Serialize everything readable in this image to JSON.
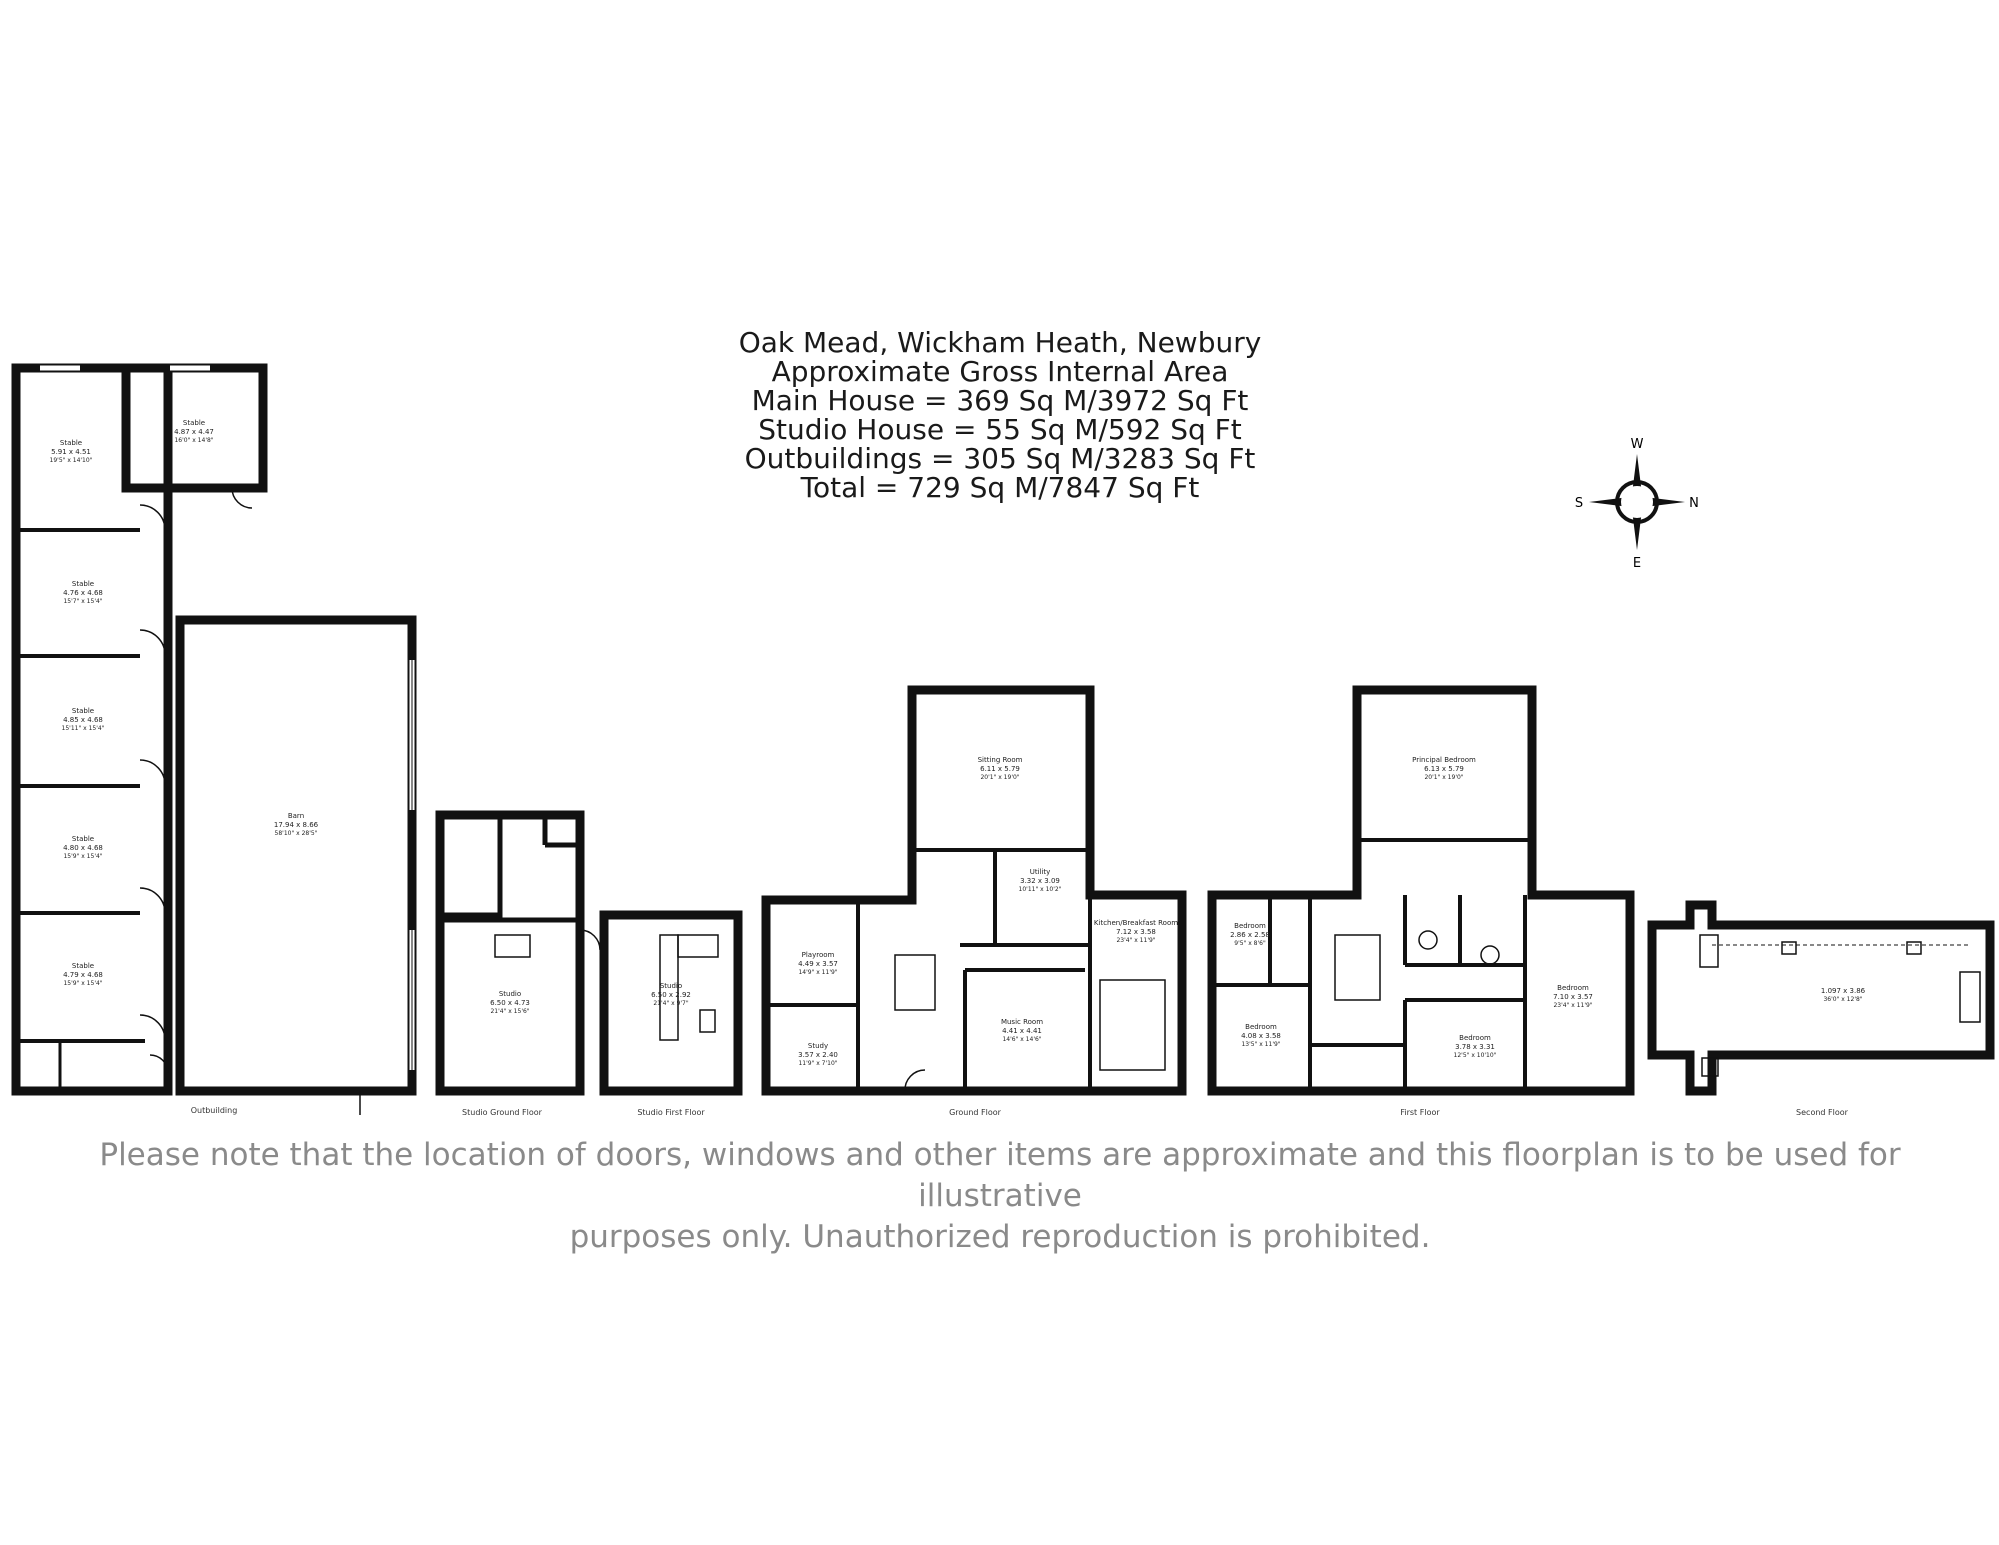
{
  "header": {
    "line1": "Oak Mead, Wickham Heath, Newbury",
    "line2": "Approximate Gross Internal Area",
    "line3": "Main House = 369 Sq M/3972 Sq Ft",
    "line4": "Studio House = 55 Sq M/592 Sq Ft",
    "line5": "Outbuildings = 305 Sq M/3283 Sq Ft",
    "line6": "Total = 729 Sq M/7847 Sq Ft"
  },
  "compass": {
    "north": "N",
    "south": "S",
    "east": "E",
    "west": "W",
    "icon": "compass-rose-icon"
  },
  "disclaimer": {
    "line1": "Please note that the location of doors, windows and other items are approximate and this floorplan is to be used for illustrative",
    "line2": "purposes only. Unauthorized reproduction is prohibited."
  },
  "floors": {
    "outbuilding": "Outbuilding",
    "studio_ground": "Studio Ground Floor",
    "studio_first": "Studio First Floor",
    "ground": "Ground Floor",
    "first": "First Floor",
    "second": "Second Floor"
  },
  "rooms": {
    "stable1": {
      "name": "Stable",
      "metric": "5.91 x 4.51",
      "imperial": "19'5\" x 14'10\""
    },
    "stable2": {
      "name": "Stable",
      "metric": "4.87 x 4.47",
      "imperial": "16'0\" x 14'8\""
    },
    "stable3": {
      "name": "Stable",
      "metric": "4.76 x 4.68",
      "imperial": "15'7\" x 15'4\""
    },
    "stable4": {
      "name": "Stable",
      "metric": "4.85 x 4.68",
      "imperial": "15'11\" x 15'4\""
    },
    "stable5": {
      "name": "Stable",
      "metric": "4.80 x 4.68",
      "imperial": "15'9\" x 15'4\""
    },
    "stable6": {
      "name": "Stable",
      "metric": "4.79 x 4.68",
      "imperial": "15'9\" x 15'4\""
    },
    "barn": {
      "name": "Barn",
      "metric": "17.94 x 8.66",
      "imperial": "58'10\" x 28'5\""
    },
    "studio_g": {
      "name": "Studio",
      "metric": "6.50 x 4.73",
      "imperial": "21'4\" x 15'6\""
    },
    "studio_f": {
      "name": "Studio",
      "metric": "6.50 x 2.92",
      "imperial": "21'4\" x 9'7\""
    },
    "sitting": {
      "name": "Sitting Room",
      "metric": "6.11 x 5.79",
      "imperial": "20'1\" x 19'0\""
    },
    "utility": {
      "name": "Utility",
      "metric": "3.32 x 3.09",
      "imperial": "10'11\" x 10'2\""
    },
    "kitchen": {
      "name": "Kitchen/Breakfast Room",
      "metric": "7.12 x 3.58",
      "imperial": "23'4\" x 11'9\""
    },
    "playroom": {
      "name": "Playroom",
      "metric": "4.49 x 3.57",
      "imperial": "14'9\" x 11'9\""
    },
    "music": {
      "name": "Music Room",
      "metric": "4.41 x 4.41",
      "imperial": "14'6\" x 14'6\""
    },
    "study": {
      "name": "Study",
      "metric": "3.57 x 2.40",
      "imperial": "11'9\" x 7'10\""
    },
    "principal": {
      "name": "Principal Bedroom",
      "metric": "6.13 x 5.79",
      "imperial": "20'1\" x 19'0\""
    },
    "bed_small": {
      "name": "Bedroom",
      "metric": "2.86 x 2.58",
      "imperial": "9'5\" x 8'6\""
    },
    "bed_left": {
      "name": "Bedroom",
      "metric": "4.08 x 3.58",
      "imperial": "13'5\" x 11'9\""
    },
    "bed_right": {
      "name": "Bedroom",
      "metric": "7.10 x 3.57",
      "imperial": "23'4\" x 11'9\""
    },
    "bed_mid": {
      "name": "Bedroom",
      "metric": "3.78 x 3.31",
      "imperial": "12'5\" x 10'10\""
    },
    "second": {
      "name": "",
      "metric": "1.097 x 3.86",
      "imperial": "36'0\" x 12'8\""
    }
  }
}
